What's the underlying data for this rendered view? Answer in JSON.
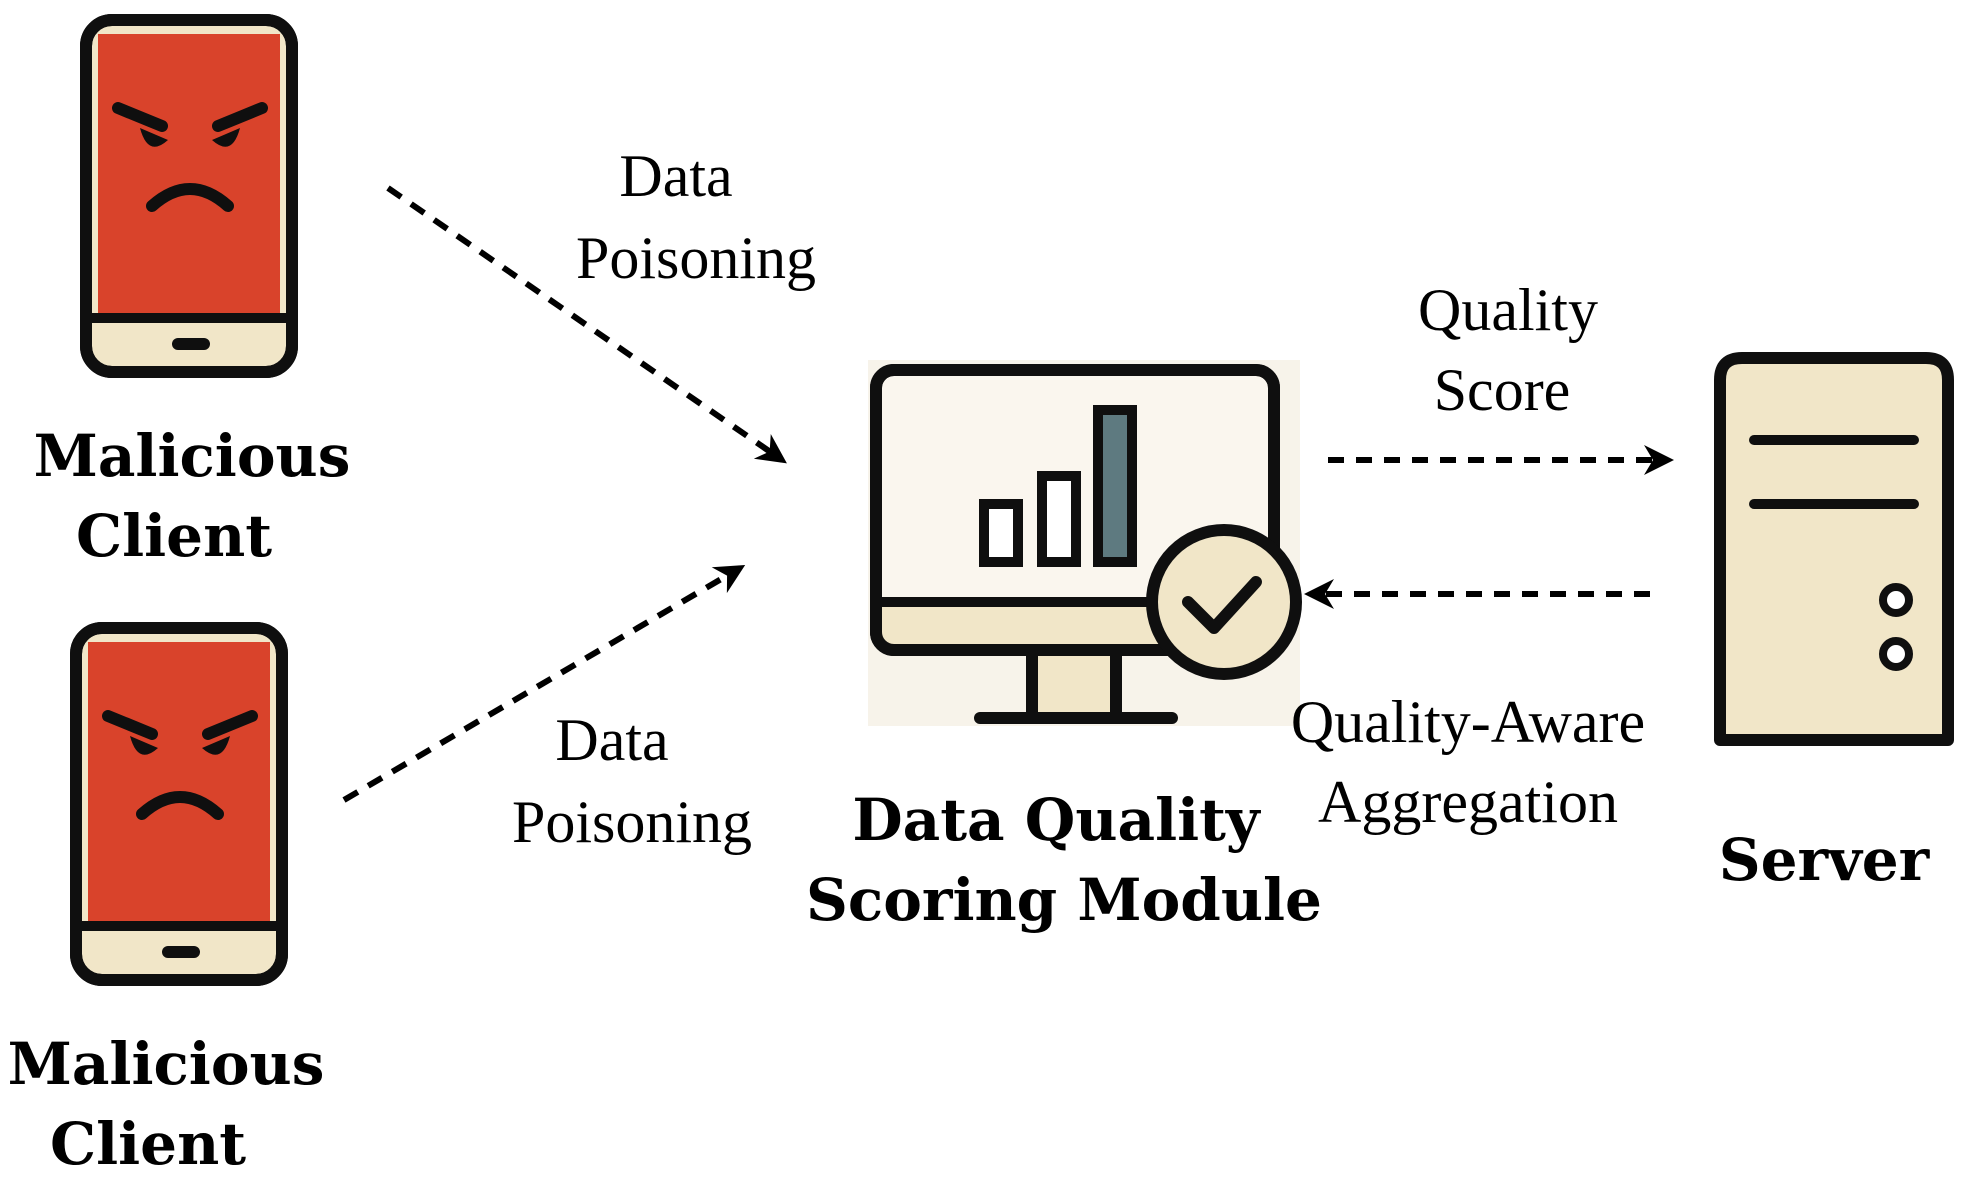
{
  "clients": [
    {
      "label_line1": "Malicious",
      "label_line2": "Client",
      "icon": "angry-phone-icon"
    },
    {
      "label_line1": "Malicious",
      "label_line2": "Client",
      "icon": "angry-phone-icon"
    }
  ],
  "edges": {
    "top_poisoning": {
      "line1": "Data",
      "line2": "Poisoning"
    },
    "bottom_poisoning": {
      "line1": "Data",
      "line2": "Poisoning"
    },
    "quality_score": {
      "line1": "Quality",
      "line2": "Score"
    },
    "aggregation": {
      "line1": "Quality-Aware",
      "line2": "Aggregation"
    }
  },
  "module": {
    "label_line1": "Data Quality",
    "label_line2": "Scoring Module",
    "icon": "monitor-chart-check-icon"
  },
  "server": {
    "label": "Server",
    "icon": "server-tower-icon"
  },
  "colors": {
    "phone_screen": "#d9432b",
    "cream": "#f1e6c8",
    "bar_dark": "#5e7a80",
    "outline": "#0f0f0f"
  }
}
